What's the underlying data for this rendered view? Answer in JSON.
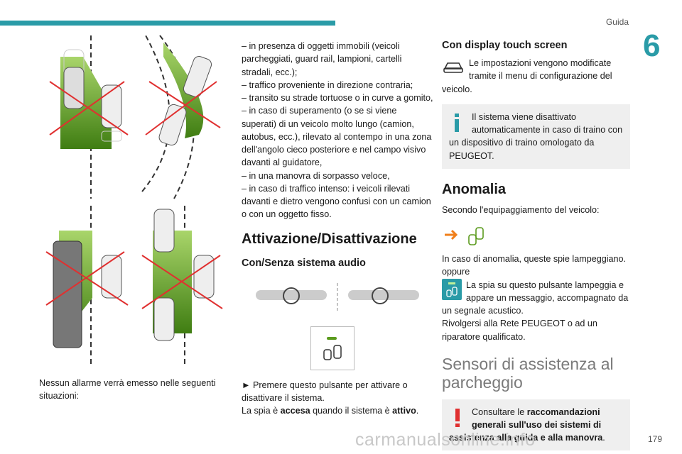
{
  "header": {
    "section": "Guida",
    "chapter": "6",
    "page": "179"
  },
  "col1": {
    "caption": "Nessun allarme verrà emesso nelle seguenti situazioni:"
  },
  "col2": {
    "bullets": [
      "– in presenza di oggetti immobili (veicoli parcheggiati, guard rail, lampioni, cartelli stradali, ecc.);",
      "– traffico proveniente in direzione contraria;",
      "– transito su strade tortuose o in curve a gomito,",
      "– in caso di superamento (o se si viene superati) di un veicolo molto lungo (camion, autobus, ecc.), rilevato al contempo in una zona dell'angolo cieco posteriore e nel campo visivo davanti al guidatore,",
      "– in una manovra di sorpasso veloce,",
      "– in caso di traffico intenso: i veicoli rilevati davanti e dietro vengono confusi con un camion o con un oggetto fisso."
    ],
    "heading": "Attivazione/Disattivazione",
    "subheading": "Con/Senza sistema audio",
    "instruction": "► Premere questo pulsante per attivare o disattivare il sistema.",
    "status_prefix": "La spia è ",
    "status_word1": "accesa",
    "status_mid": " quando il sistema è ",
    "status_word2": "attivo",
    "status_end": "."
  },
  "col3": {
    "touch_heading": "Con display touch screen",
    "touch_text": "Le impostazioni vengono modificate tramite il menu di configurazione del veicolo.",
    "info_note": "Il sistema viene disattivato automaticamente in caso di traino con un dispositivo di traino omologato da PEUGEOT.",
    "anomaly_heading": "Anomalia",
    "anomaly_intro": "Secondo l'equipaggiamento del veicolo:",
    "anomaly_text": "In caso di anomalia, queste spie lampeggiano.",
    "oppure": "oppure",
    "anomaly_text2": "La spia su questo pulsante lampeggia e appare un messaggio, accompagnato da un segnale acustico.",
    "anomaly_text3": "Rivolgersi alla Rete PEUGEOT o ad un riparatore qualificato.",
    "park_heading": "Sensori di assistenza al parcheggio",
    "warn_prefix": "Consultare le ",
    "warn_bold": "raccomandazioni generali sull'uso dei sistemi di assistenza alla guida e alla manovra",
    "warn_end": "."
  },
  "watermark": "carmanualsonline.info",
  "colors": {
    "accent": "#2a9ba7",
    "green": "#5b9b1e",
    "red": "#e03030",
    "orange": "#f07f1a"
  }
}
